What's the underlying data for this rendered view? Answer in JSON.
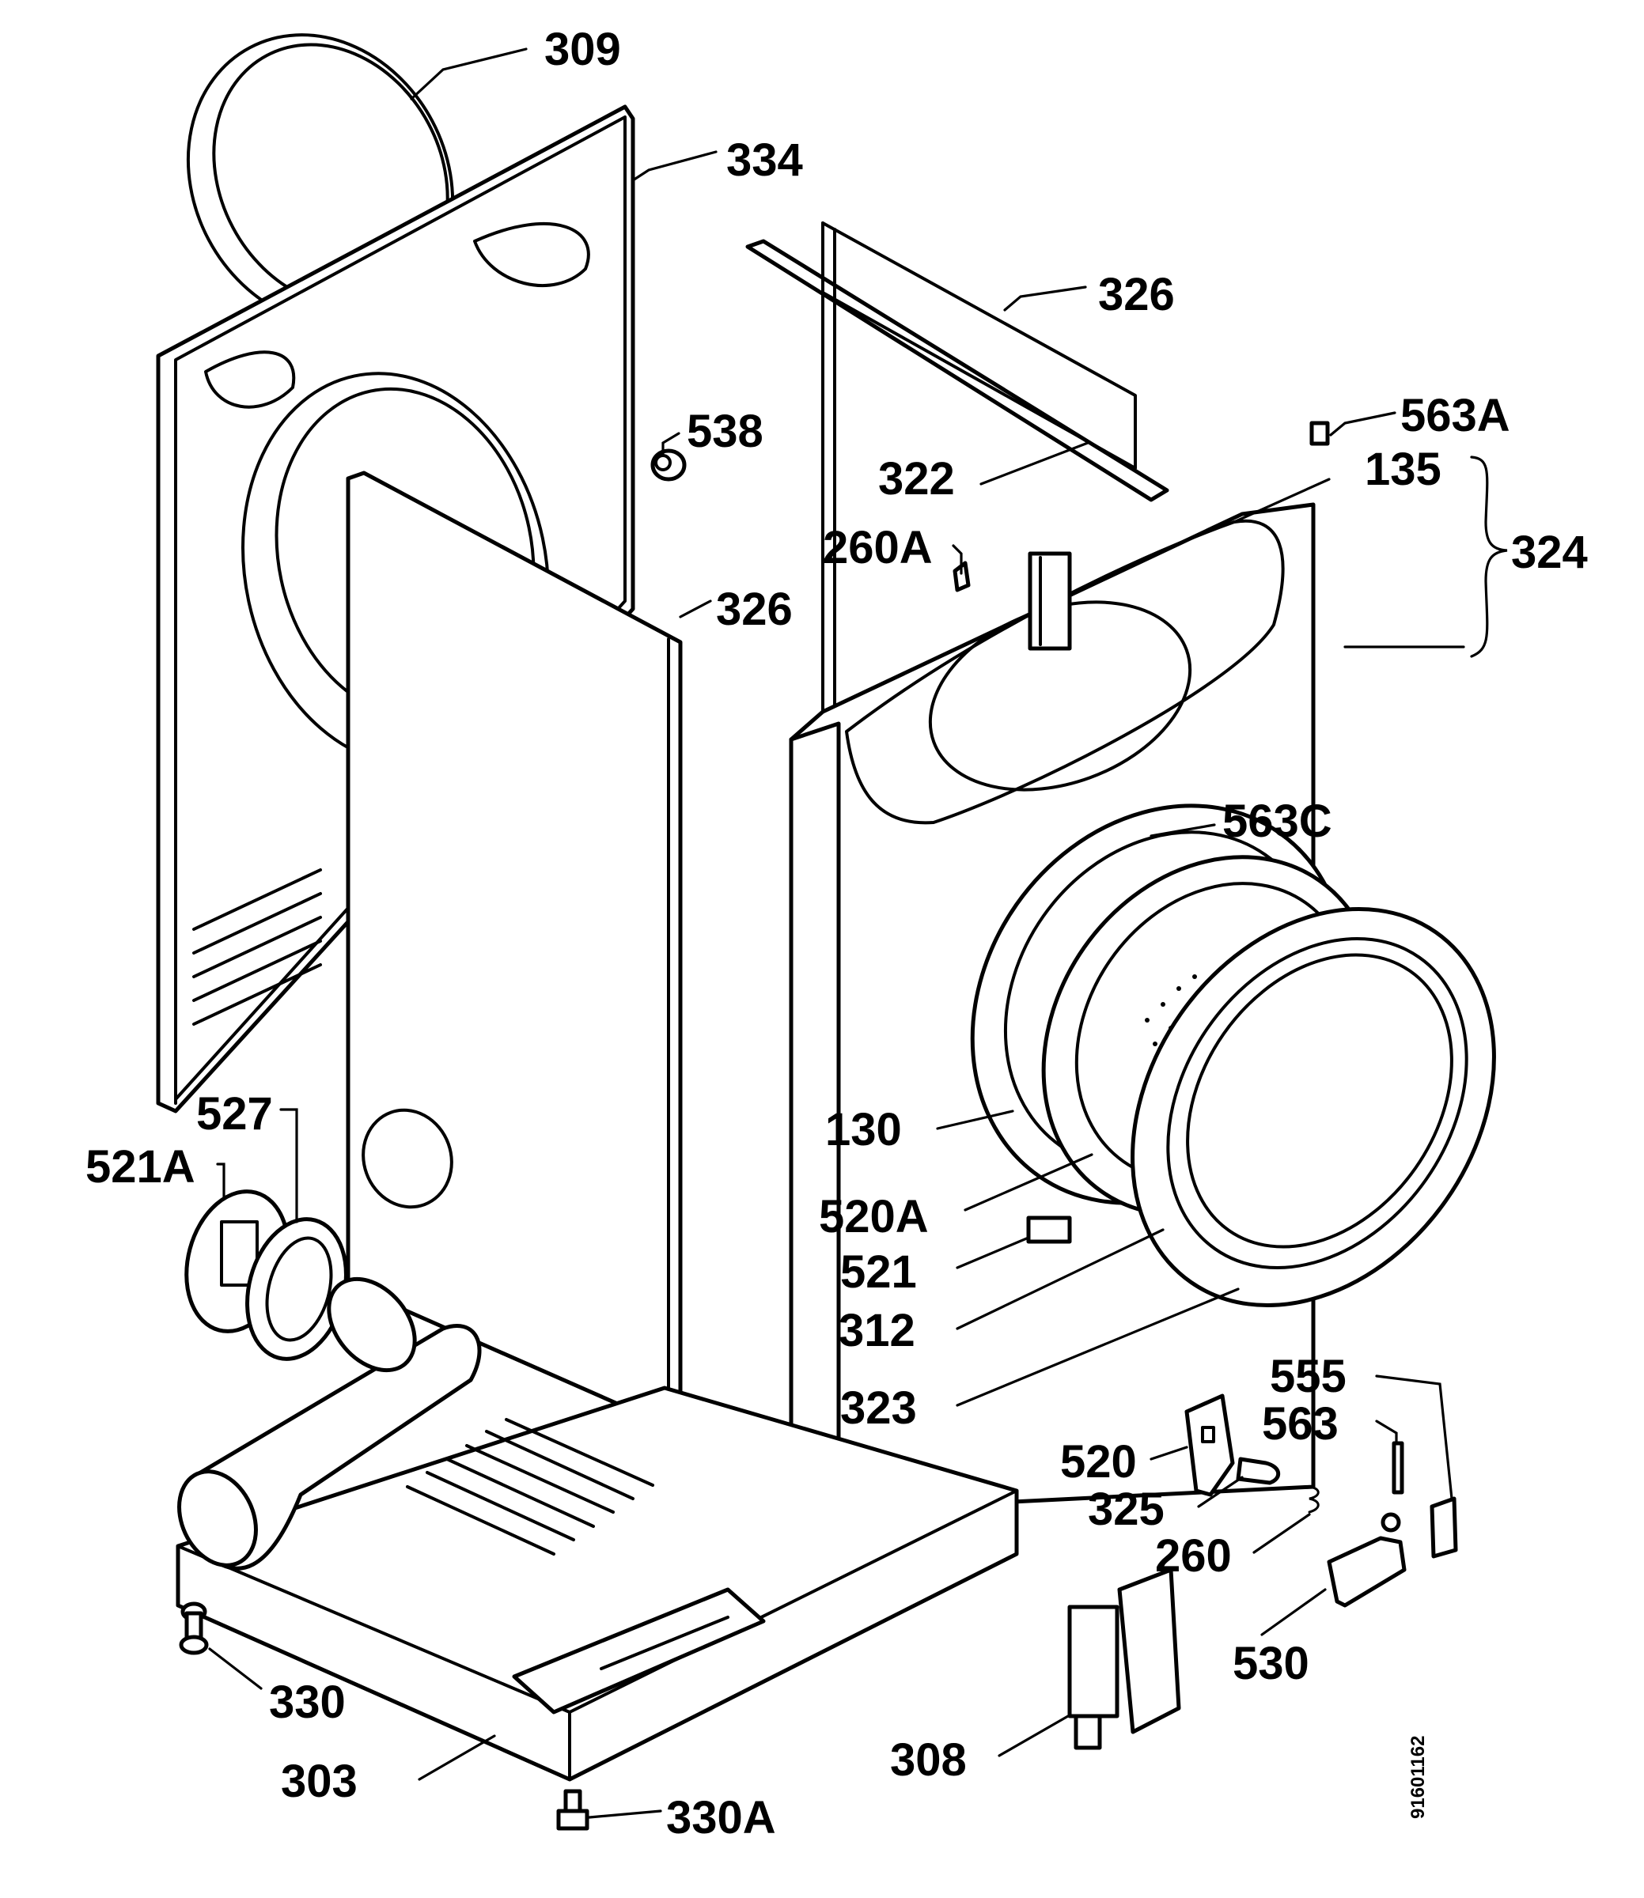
{
  "labels": {
    "l309": "309",
    "l334": "334",
    "l326a": "326",
    "l538": "538",
    "l563A": "563A",
    "l135": "135",
    "l322": "322",
    "l260A": "260A",
    "l324": "324",
    "l326b": "326",
    "l563C": "563C",
    "l527": "527",
    "l521A": "521A",
    "l130": "130",
    "l520A": "520A",
    "l521": "521",
    "l312": "312",
    "l323": "323",
    "l555": "555",
    "l563": "563",
    "l520": "520",
    "l325": "325",
    "l260": "260",
    "l530": "530",
    "l330": "330",
    "l303": "303",
    "l308": "308",
    "l330A": "330A"
  },
  "drawing_code": "91601162"
}
